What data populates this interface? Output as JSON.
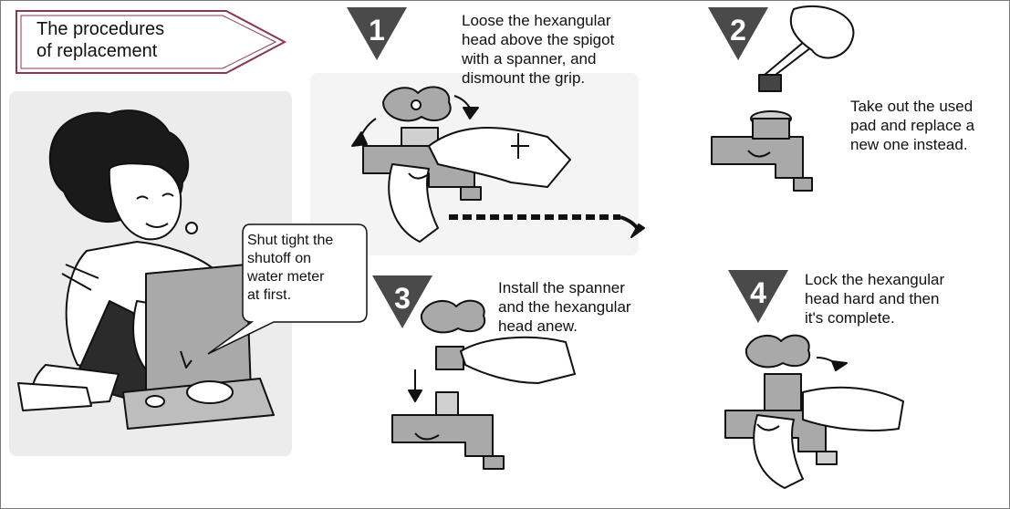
{
  "title": "The procedures\nof replacement",
  "callout": "Shut tight the\nshutoff on\nwater meter\nat first.",
  "steps": [
    {
      "number": "1",
      "text": "Loose the hexangular\nhead above the spigot\nwith a spanner, and\ndismount the grip."
    },
    {
      "number": "2",
      "text": "Take out the used\npad and replace a\nnew one instead."
    },
    {
      "number": "3",
      "text": "Install the spanner\nand the hexangular\nhead anew."
    },
    {
      "number": "4",
      "text": "Lock the hexangular\nhead hard and then\nit's complete."
    }
  ],
  "colors": {
    "badge": "#4a4a4a",
    "tone": "#a9a9a9",
    "tone_light": "#d0d0d0",
    "banner_border": "#8b3a4a"
  }
}
